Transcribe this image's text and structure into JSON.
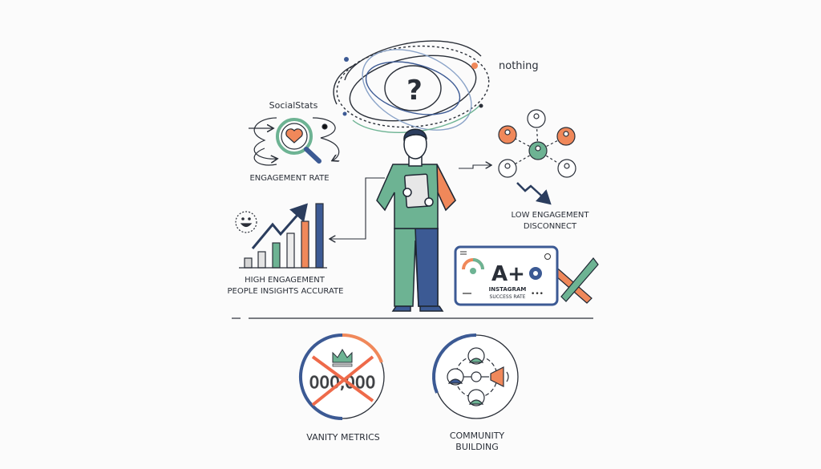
{
  "labels": {
    "nothing": "nothing",
    "question": "?",
    "social_stats": "SocialStats",
    "engagement_rate": "ENGAGEMENT RATE",
    "high_engagement_1": "HIGH ENGAGEMENT",
    "high_engagement_2": "PEOPLE INSIGHTS ACCURATE",
    "low_engagement_1": "LOW ENGAGEMENT",
    "low_engagement_2": "DISCONNECT",
    "grade": "A+",
    "instagram": "INSTAGRAM",
    "success_rate": "SUCCESS RATE",
    "vanity_number": "000,000",
    "vanity_metrics": "VANITY METRICS",
    "community_1": "COMMUNITY",
    "community_2": "BUILDING"
  },
  "colors": {
    "green": "#6db393",
    "orange": "#f0885a",
    "blue": "#3c5a94",
    "ink": "#1f2733",
    "red_x": "#ee6a4a"
  }
}
